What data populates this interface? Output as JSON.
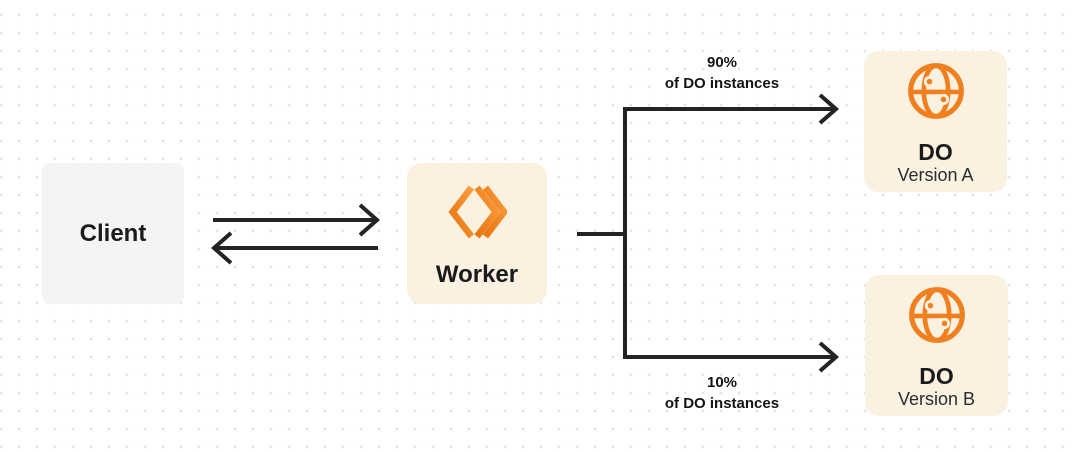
{
  "diagram": {
    "nodes": {
      "client": {
        "label": "Client"
      },
      "worker": {
        "label": "Worker"
      },
      "do_version_a": {
        "title": "DO",
        "subtitle": "Version A"
      },
      "do_version_b": {
        "title": "DO",
        "subtitle": "Version B"
      }
    },
    "edges": {
      "to_do_a": {
        "label_line1": "90%",
        "label_line2": "of DO instances"
      },
      "to_do_b": {
        "label_line1": "10%",
        "label_line2": "of DO instances"
      }
    },
    "icons": {
      "worker": "cloudflare-workers-icon",
      "durable_object": "globe-icon"
    },
    "colors": {
      "accent_orange": "#F6821F",
      "worker_logo_gradient_start": "#E8740E",
      "worker_logo_gradient_end": "#FA9D3E",
      "card_cream": "#FBF1E1",
      "card_gray": "#F4F4F5",
      "arrow_dark": "#232323",
      "text_dark": "#1B1B1E",
      "dot_grid": "#E4E4E7",
      "background": "#FFFFFF"
    }
  }
}
